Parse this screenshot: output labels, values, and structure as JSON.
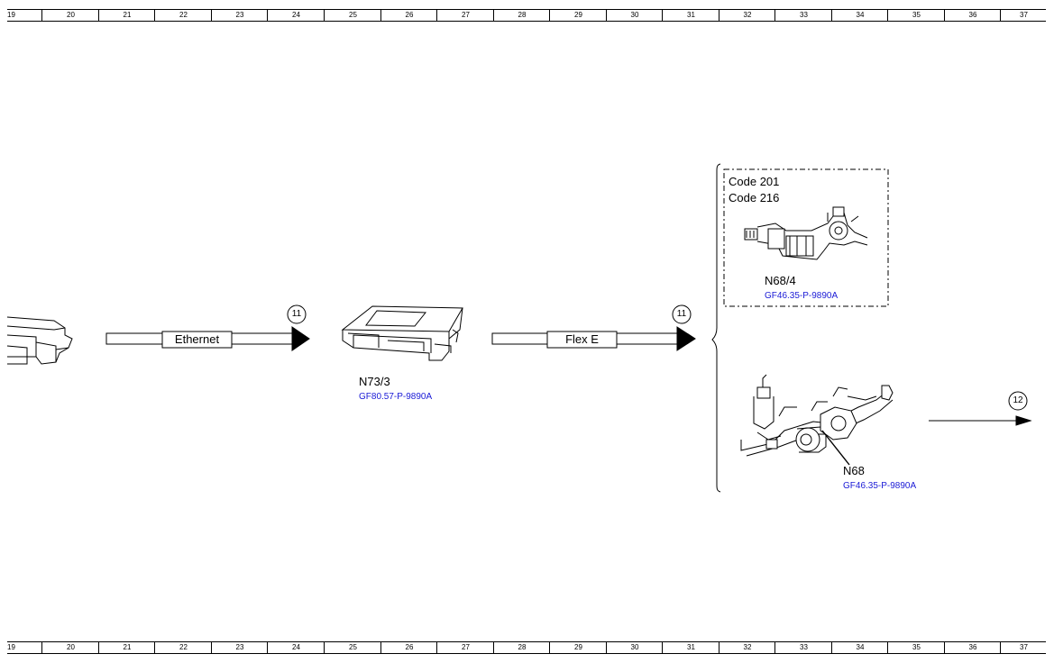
{
  "ruler": {
    "columns": [
      "19",
      "20",
      "21",
      "22",
      "23",
      "24",
      "25",
      "26",
      "27",
      "28",
      "29",
      "30",
      "31",
      "32",
      "33",
      "34",
      "35",
      "36",
      "37"
    ]
  },
  "buses": {
    "ethernet": "Ethernet",
    "flex_e": "Flex E"
  },
  "markers": {
    "ref_11_a": "11",
    "ref_11_b": "11",
    "ref_12": "12"
  },
  "components": {
    "n73_3": {
      "name": "N73/3",
      "ref": "GF80.57-P-9890A"
    },
    "n68_4": {
      "name": "N68/4",
      "ref": "GF46.35-P-9890A"
    },
    "n68": {
      "name": "N68",
      "ref": "GF46.35-P-9890A"
    }
  },
  "option_box": {
    "code_1": "Code 201",
    "code_2": "Code 216"
  },
  "colors": {
    "link_blue": "#1a1ad6",
    "line": "#000000"
  }
}
